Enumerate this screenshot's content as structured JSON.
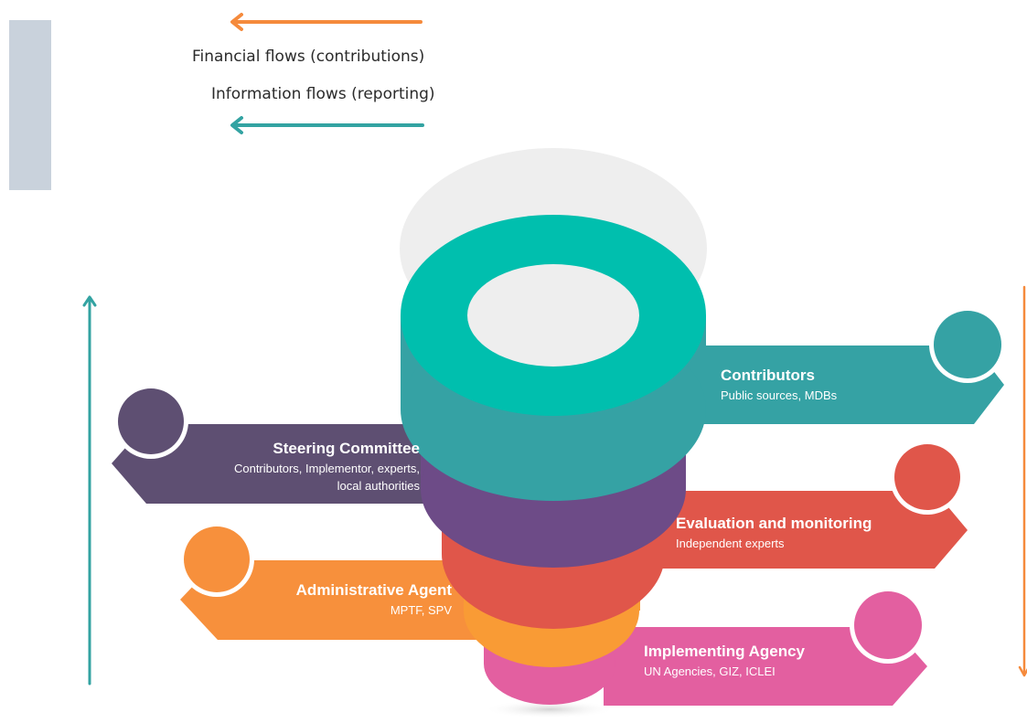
{
  "legend": {
    "financial": {
      "label": "Financial flows (contributions)",
      "color": "#f58a3c"
    },
    "information": {
      "label": "Information flows (reporting)",
      "color": "#33a3a2"
    }
  },
  "stakeholders": {
    "contributors": {
      "title": "Contributors",
      "subtitle": "Public sources, MDBs",
      "color": "#35a2a4"
    },
    "steering": {
      "title": "Steering Committee",
      "subtitle_1": "Contributors, Implementor, experts,",
      "subtitle_2": "local authorities",
      "color": "#5e4f72"
    },
    "evaluation": {
      "title": "Evaluation and monitoring",
      "subtitle": "Independent experts",
      "color": "#e0564a"
    },
    "administrative": {
      "title": "Administrative Agent",
      "subtitle": "MPTF, SPV",
      "color": "#f7903c"
    },
    "implementing": {
      "title": "Implementing Agency",
      "subtitle": "UN Agencies, GIZ, ICLEI",
      "color": "#e35fa0"
    }
  }
}
